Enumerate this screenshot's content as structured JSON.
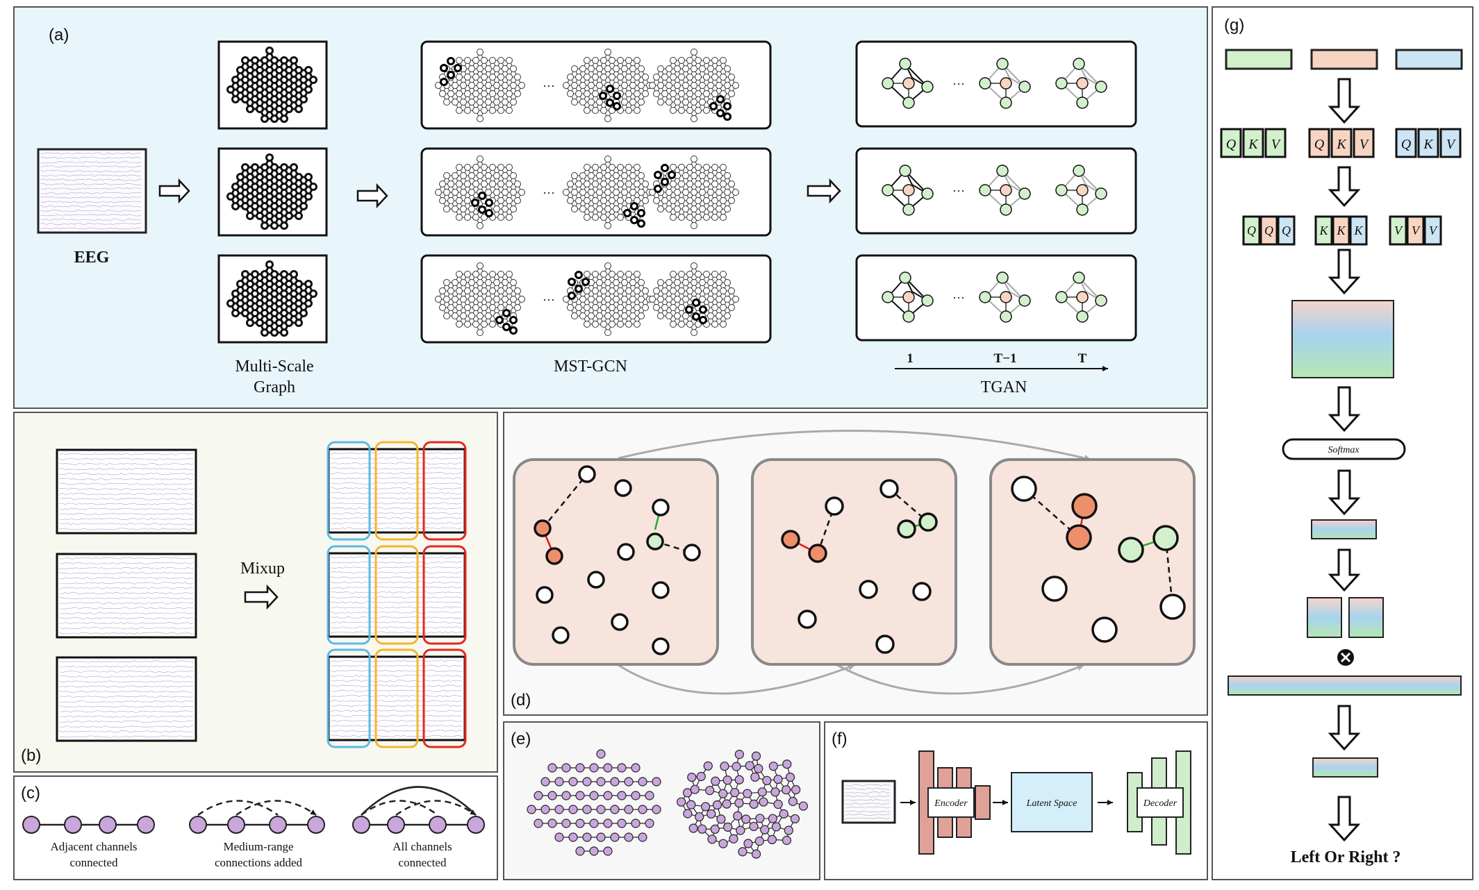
{
  "panels": {
    "a": {
      "label": "(a)",
      "eeg_label": "EEG",
      "multiscale_label_line1": "Multi-Scale",
      "multiscale_label_line2": "Graph",
      "mstgcn_label": "MST-GCN",
      "ellipsis": "···",
      "tgan_label": "TGAN",
      "timeline": {
        "t1": "1",
        "t2": "T−1",
        "t3": "T"
      }
    },
    "b": {
      "label": "(b)",
      "mixup_label": "Mixup"
    },
    "c": {
      "label": "(c)",
      "captions": [
        {
          "line1": "Adjacent channels",
          "line2": "connected"
        },
        {
          "line1": "Medium-range",
          "line2": "connections added"
        },
        {
          "line1": "All channels",
          "line2": "connected"
        }
      ]
    },
    "d": {
      "label": "(d)"
    },
    "e": {
      "label": "(e)"
    },
    "f": {
      "label": "(f)",
      "encoder": "Encoder",
      "latent": "Latent Space",
      "decoder": "Decoder"
    },
    "g": {
      "label": "(g)",
      "q": "Q",
      "k": "K",
      "v": "V",
      "softmax": "Softmax",
      "output": "Left Or Right ?"
    }
  },
  "colors": {
    "panel_a_bg": "#e8f5fa",
    "panel_b_bg": "#f7f8f0",
    "panel_d_box": "#f6e4dd",
    "green": "#d3f0cc",
    "peach": "#f7d5c2",
    "blue": "#cce5f5",
    "node_purple": "#c9a6dc",
    "orange_node": "#ee8f6c",
    "latent_blue": "#d4eefa",
    "enc_red": "#e0a199",
    "dec_green": "#cfeccb"
  }
}
